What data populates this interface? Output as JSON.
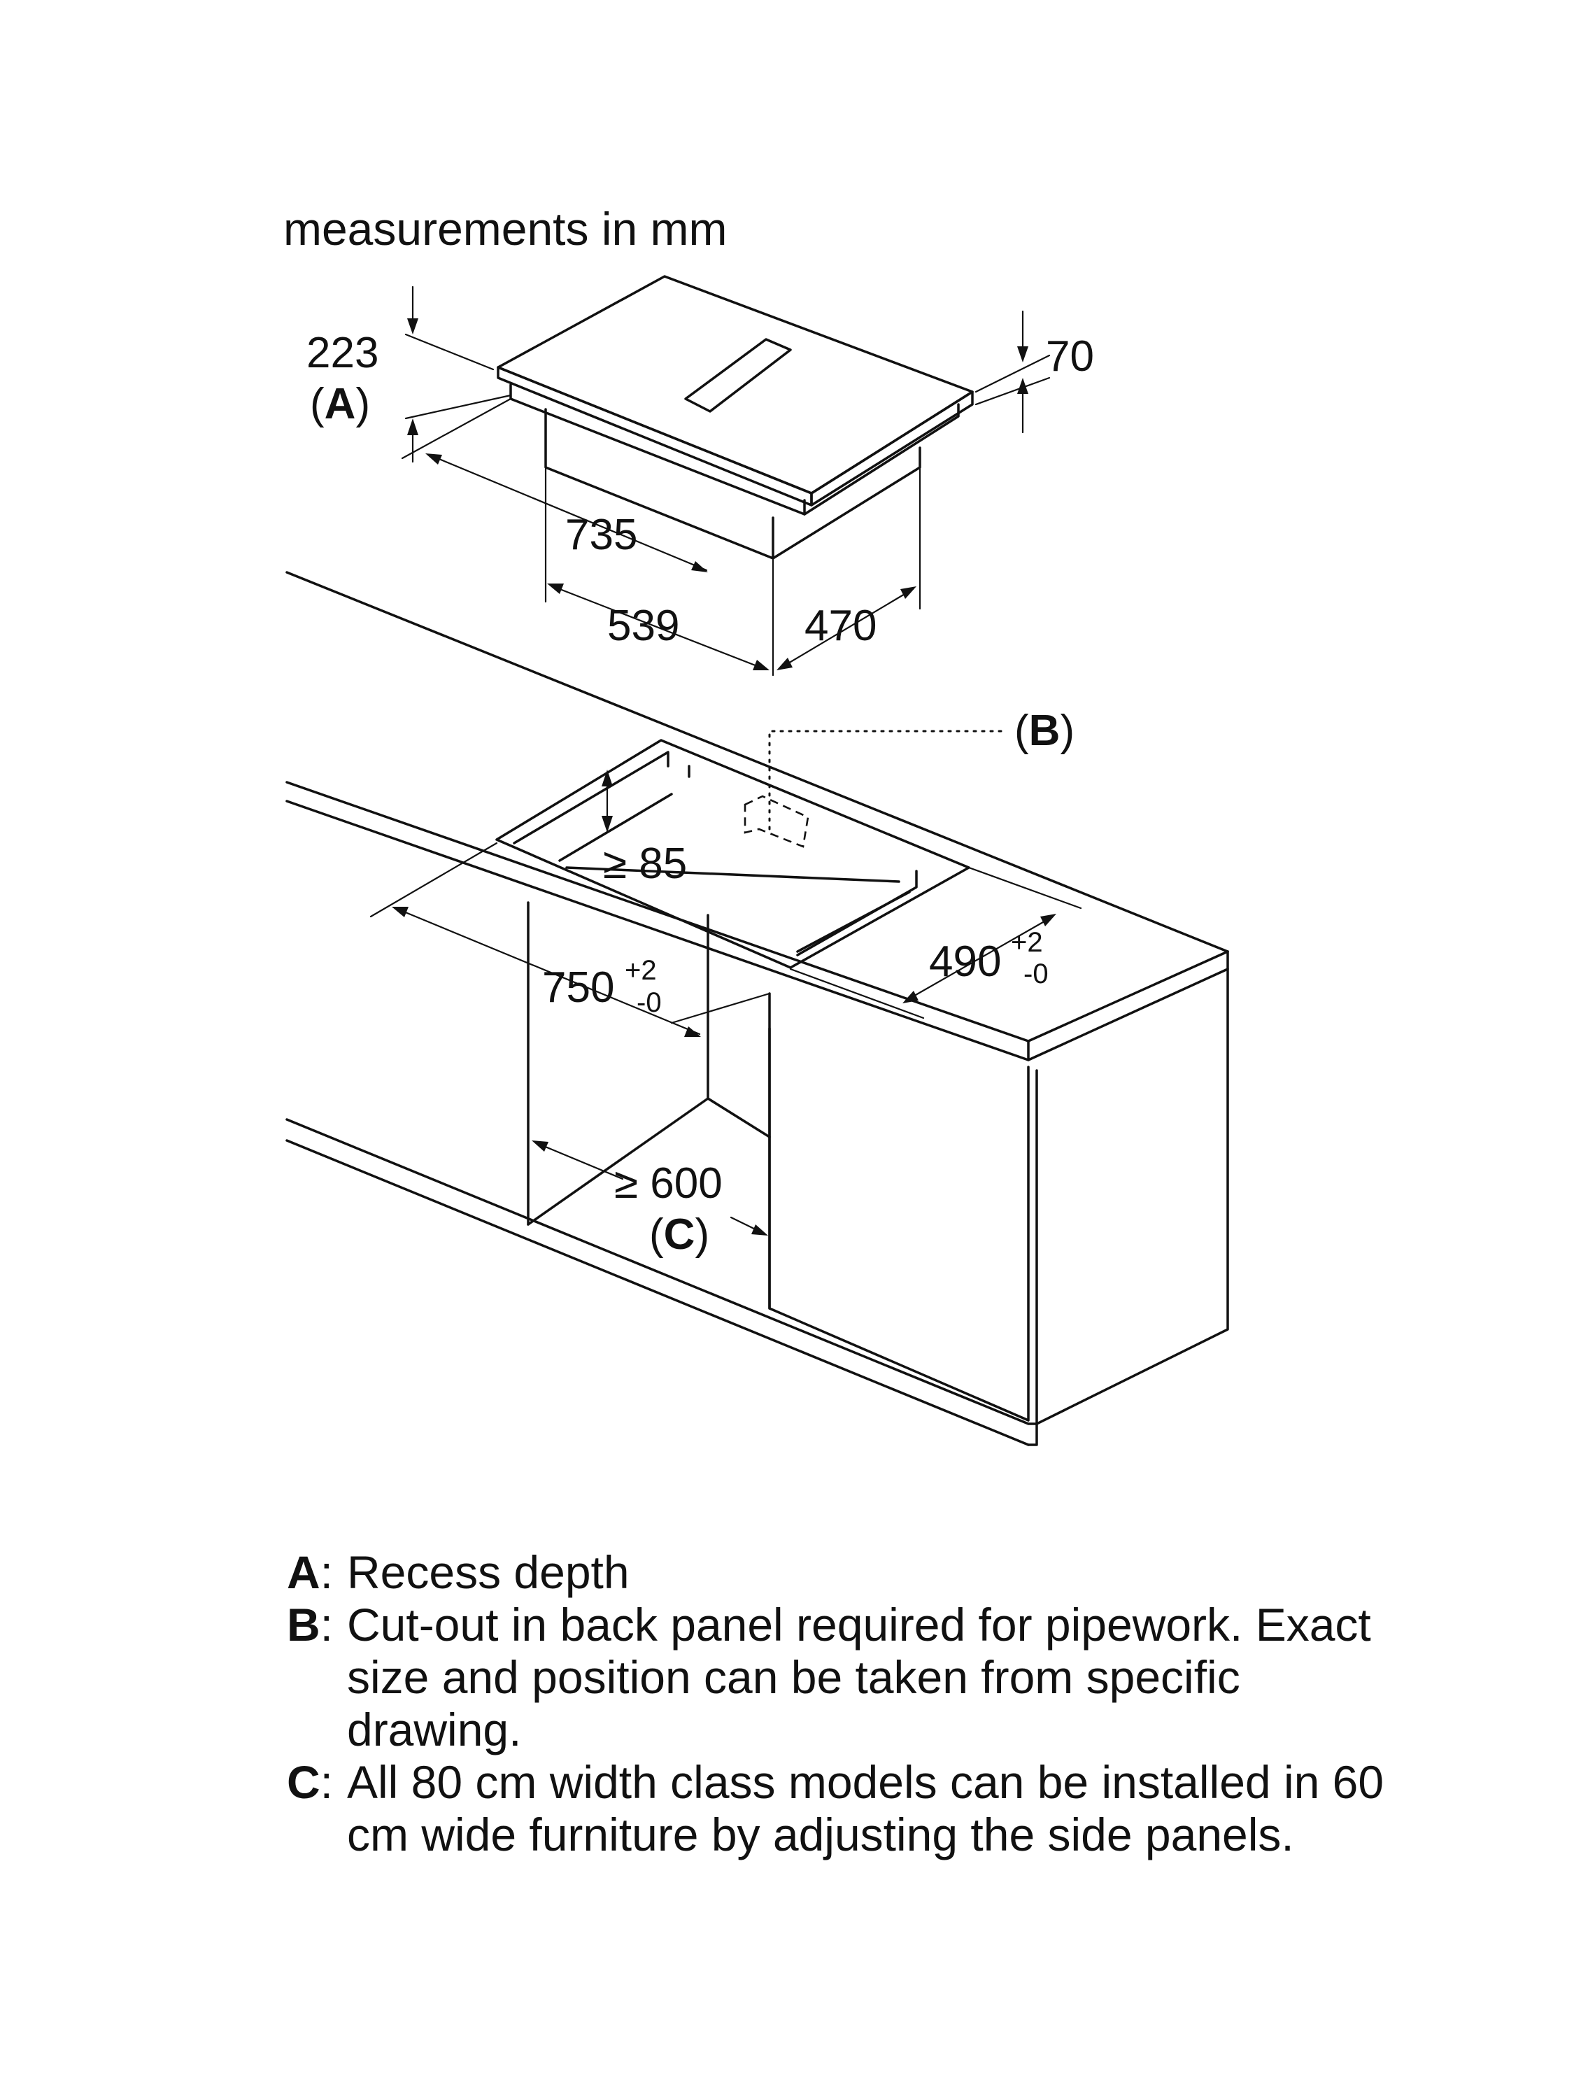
{
  "header": {
    "units_note": "measurements in mm"
  },
  "dimensions": {
    "recess_depth": "223",
    "recess_label_open": "(",
    "recess_label_key": "A",
    "recess_label_close": ")",
    "thickness": "70",
    "length": "735",
    "cutout_width_appliance": "539",
    "depth": "470",
    "cutout_label_open": "(",
    "cutout_label_key": "B",
    "cutout_label_close": ")",
    "min_depth_clearance": "≥ 85",
    "worktop_cutout_width": "490",
    "worktop_cutout_width_tol_plus": "+2",
    "worktop_cutout_width_tol_minus": "-0",
    "worktop_cutout_length": "750",
    "worktop_cutout_length_tol_plus": "+2",
    "worktop_cutout_length_tol_minus": "-0",
    "cabinet_width": "≥ 600",
    "cabinet_label_open": "(",
    "cabinet_label_key": "C",
    "cabinet_label_close": ")"
  },
  "legend": [
    {
      "key": "A",
      "sep": ":",
      "text": "Recess depth"
    },
    {
      "key": "B",
      "sep": ":",
      "text": "Cut-out in back panel required for pipework. Exact size and position can be taken from specific drawing."
    },
    {
      "key": "C",
      "sep": ":",
      "text": "All 80 cm width class models can be installed in 60 cm wide furniture by adjusting the side panels."
    }
  ]
}
